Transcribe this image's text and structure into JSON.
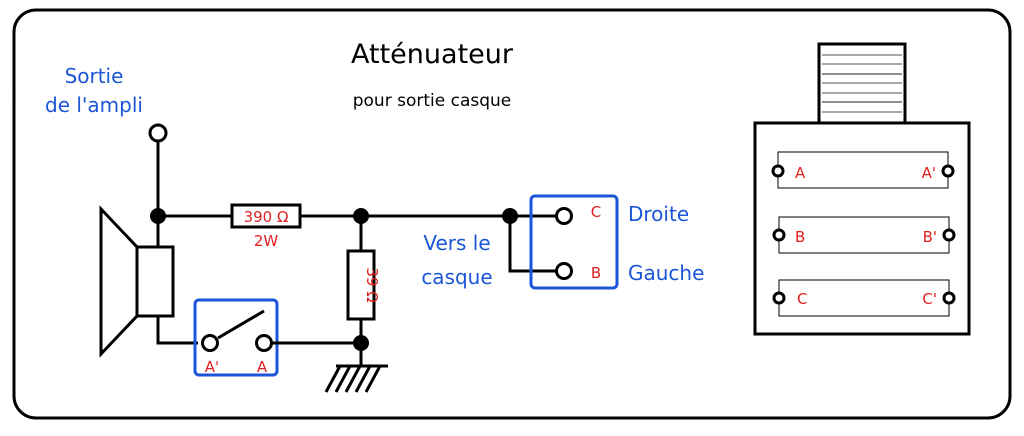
{
  "title": "Atténuateur",
  "subtitle": "pour sortie casque",
  "labels": {
    "amp_output_line1": "Sortie",
    "amp_output_line2": "de l'ampli",
    "headphone_line1": "Vers le",
    "headphone_line2": "casque",
    "right": "Droite",
    "left": "Gauche"
  },
  "components": {
    "series_resistor": {
      "value": "390 Ω",
      "power": "2W"
    },
    "shunt_resistor": {
      "value": "39 Ω"
    }
  },
  "switch_terminals": {
    "left": "A'",
    "right": "A"
  },
  "jack_terminals": {
    "top": "C",
    "bottom": "B"
  },
  "switch_body": {
    "rows": [
      {
        "left": "A",
        "right": "A'"
      },
      {
        "left": "B",
        "right": "B'"
      },
      {
        "left": "C",
        "right": "C'"
      }
    ]
  },
  "colors": {
    "blue": "#1a56d6",
    "red": "#e02020",
    "black": "#000000"
  }
}
